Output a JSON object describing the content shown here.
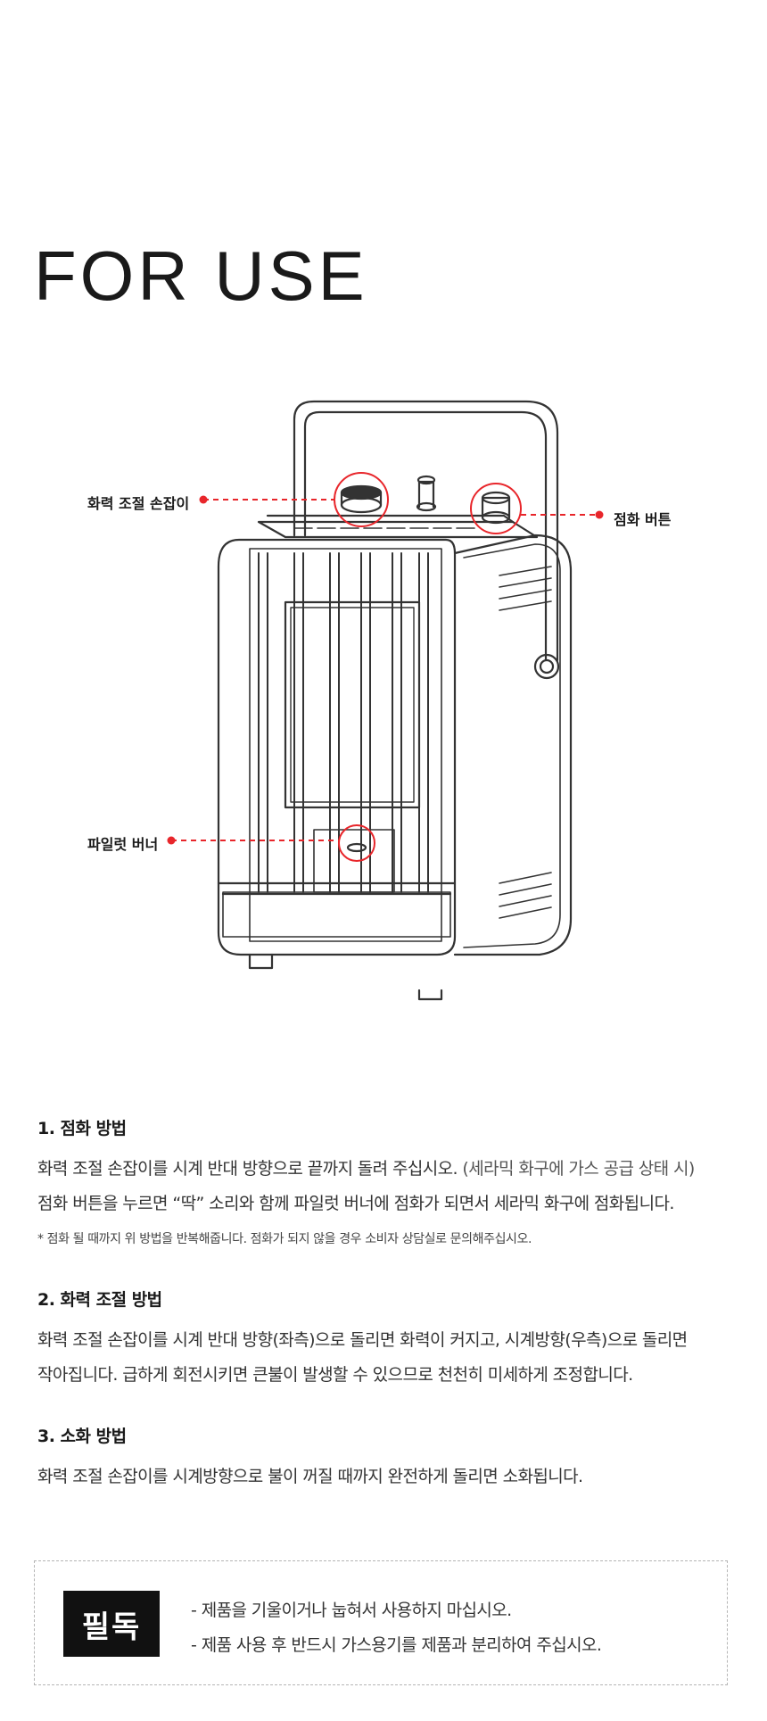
{
  "page": {
    "title": "FOR USE"
  },
  "callouts": {
    "knob": "화력 조절 손잡이",
    "ignition": "점화 버튼",
    "pilot": "파일럿 버너"
  },
  "colors": {
    "accent": "#e8262b",
    "text": "#1a1a1a",
    "badge_bg": "#111111"
  },
  "sections": [
    {
      "heading": "1. 점화 방법",
      "line1": "화력 조절 손잡이를 시계 반대 방향으로 끝까지 돌려 주십시오.",
      "line1_paren": "(세라믹 화구에 가스 공급 상태 시)",
      "line2": "점화 버튼을 누르면 “딱” 소리와 함께 파일럿 버너에 점화가 되면서 세라믹 화구에 점화됩니다.",
      "note": "* 점화 될 때까지 위 방법을 반복해줍니다. 점화가 되지 않을 경우 소비자 상담실로 문의해주십시오."
    },
    {
      "heading": "2. 화력 조절 방법",
      "line1": "화력 조절 손잡이를 시계 반대 방향(좌측)으로 돌리면 화력이 커지고, 시계방향(우측)으로 돌리면",
      "line2": "작아집니다. 급하게 회전시키면 큰불이 발생할 수 있으므로 천천히 미세하게 조정합니다."
    },
    {
      "heading": "3. 소화 방법",
      "line1": "화력 조절 손잡이를 시계방향으로 불이 꺼질 때까지 완전하게 돌리면 소화됩니다."
    }
  ],
  "warning": {
    "badge": "필독",
    "items": [
      "- 제품을 기울이거나 눕혀서 사용하지 마십시오.",
      "- 제품 사용 후 반드시 가스용기를 제품과 분리하여 주십시오."
    ]
  }
}
